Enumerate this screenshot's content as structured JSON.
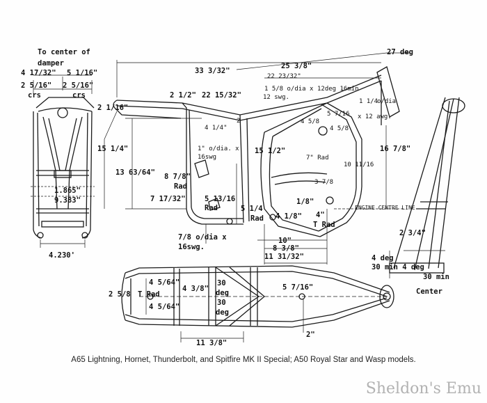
{
  "labels": {
    "to_center": "To center of",
    "damper": "damper",
    "d_4_17_32": "4 17/32\"",
    "d_5_1_16": "5 1/16\"",
    "d_2_5_16_a": "2 5/16\"",
    "d_2_5_16_b": "2 5/16\"",
    "crs_a": "crs",
    "crs_b": "crs",
    "d_2_1_16": "2 1/16\"",
    "d_15_1_4": "15 1/4\"",
    "d_1_865": "1.865\"",
    "d_9_383": "9.383\"",
    "d_4_230": "4.230'",
    "d_33_3_32": "33 3/32\"",
    "d_25_3_8": "25 3/8\"",
    "d_27_deg": "27 deg",
    "d_22_23_32": "22 23/32\"",
    "d_2_1_2": "2 1/2\"",
    "d_22_15_32": "22 15/32\"",
    "d_1_5_8_odia": "1 5/8 o/dia x",
    "d_12_swg": "12 swg.",
    "d_12deg": "12deg 16min",
    "d_1_1_4": "1 1/4",
    "d_odia_small": "o/dia",
    "d_5_7_16_top": "5 7/16",
    "d_x12awg": "x 12 awg.",
    "d_2_a": "2",
    "d_4_1_4": "4 1/4\"",
    "d_4_5_8_a": "4 5/8",
    "d_4_5_8_b": "4 5/8",
    "d_1_odia": "1\" o/dia. x",
    "d_16swg_a": "16swg",
    "d_13_63_64": "13 63/64\"",
    "d_8_7_8": "8 7/8\"",
    "rad_a": "Rad",
    "d_15_1_2": "15 1/2\"",
    "d_7_rad": "7\" Rad",
    "d_10_11_16": "10 11/16",
    "d_16_7_8": "16 7/8\"",
    "d_3_7_8": "3 7/8",
    "d_7_17_32": "7 17/32\"",
    "d_5_13_16": "5 13/16",
    "rad_b": "Rad",
    "d_1_8": "1/8\"",
    "engine_centre": "ENGINE CENTRE LINE",
    "d_5_1_4": "5 1/4",
    "rad_c": "Rad",
    "d_4_1_8": "4 1/8\"",
    "d_4_t": "4\"",
    "t_rad_a": "T Rad",
    "d_7_8_odia": "7/8 o/dia x",
    "d_16swg_b": "16swg.",
    "d_10": "10\"",
    "d_8_3_8": "8 3/8\"",
    "d_11_31_32": "11 31/32\"",
    "d_2_3_4": "2 3/4\"",
    "d_4_deg": "4 deg",
    "d_30_min_4_deg": "30 min 4 deg",
    "d_30_min": "30 min",
    "d_4_5_64_a": "4 5/64\"",
    "d_4_3_8": "4 3/8\"",
    "d_30_deg_a": "30",
    "d_deg_a": "deg",
    "d_30_deg_b": "30",
    "d_deg_b": "deg",
    "d_5_7_16": "5 7/16\"",
    "center": "Center",
    "d_2_5_8": "2 5/8",
    "t_rad_b": "T Rad",
    "d_4_5_64_b": "4 5/64\"",
    "d_2_bottom": "2\"",
    "d_11_3_8": "11 3/8\""
  },
  "caption": "A65 Lightning, Hornet, Thunderbolt, and Spitfire MK II Special; A50 Royal Star and Wasp models.",
  "watermark": "Sheldon's Emu"
}
